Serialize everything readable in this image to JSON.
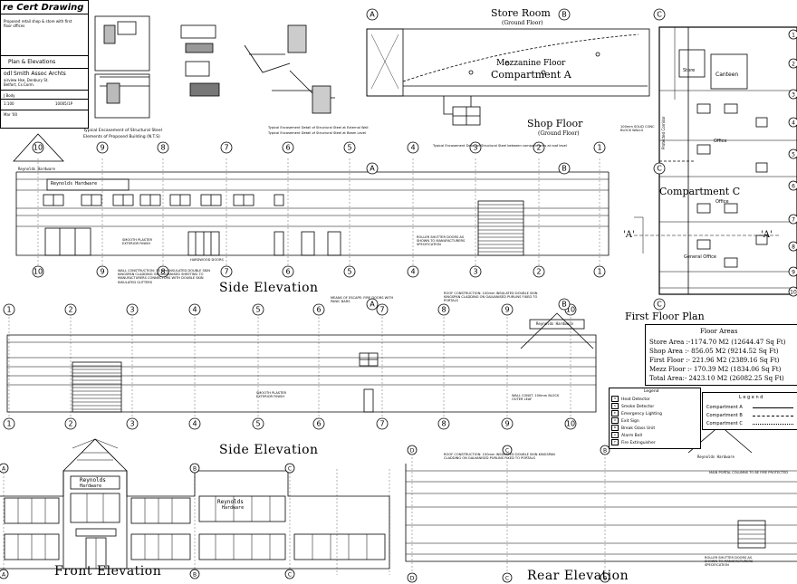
{
  "title_block": {
    "title": "re Cert Drawing",
    "drawing_label": "Plan & Elevations",
    "client": "odl Smith Assoc Archts",
    "address1": "airview Hse, Denbury St.",
    "address2": "Belfort, Cs.Corm.",
    "scale": "1:100",
    "drawing_no": "10005/1P",
    "date": "Mar '00",
    "drawn_by": "J Body"
  },
  "titles": {
    "store_room": "Store Room",
    "store_room_sub": "(Ground Floor)",
    "mezzanine": "Mezzanine Floor",
    "compartment_a": "Compartment A",
    "shop_floor": "Shop Floor",
    "shop_floor_sub": "(Ground Floor)",
    "compartment_c": "Compartment C",
    "first_floor_plan": "First Floor Plan",
    "side_elevation_1": "Side Elevation",
    "side_elevation_2": "Side Elevation",
    "front_elevation": "Front Elevation",
    "rear_elevation": "Rear Elevation",
    "section_mark_left": "'A'",
    "section_mark_right": "'A'"
  },
  "plan_rooms": {
    "canteen": "Canteen",
    "store": "Store",
    "office1": "Office",
    "office2": "Office",
    "general_office": "General Office",
    "protected_corridor": "Protected Corridor"
  },
  "details": {
    "typical_encasement": "Typical Encasement of Structural Steel",
    "elements": "Elements of Proposed Building (N.T.S)",
    "detail_external": "Typical Encasement Detail of Structural Steel at External Wall",
    "detail_beam": "Typical Encasement Detail of Structural Steel at Beam Level",
    "detail_compartment": "Typical Encasement Detail of Structural Steel between compartments at roof level"
  },
  "signage": {
    "brand": "Reynolds Hardware",
    "brand_line1": "Reynolds",
    "brand_line2": "Hardware"
  },
  "floor_areas": {
    "heading": "Floor Areas",
    "rows": [
      "Store Area :-1174.70 M2 (12644.47 Sq Ft)",
      "Shop Area :- 856.05 M2 (9214.52 Sq Ft)",
      "First Floor :- 221.96 M2 (2389.16 Sq Ft)",
      "Mezz Floor :- 170.39 M2 (1834.06 Sq Ft)",
      "Total Area:- 2423.10 M2 (26082.25 Sq Ft)"
    ]
  },
  "legend1": {
    "heading": "Legend",
    "items": [
      "Heat Detector",
      "Smoke Detector",
      "Emergency Lighting",
      "Exit Sign",
      "Break Glass Unit",
      "Alarm Bell",
      "Fire Extinguisher"
    ]
  },
  "legend2": {
    "heading": "L e g e n d",
    "items": [
      "Compartment A",
      "Compartment B",
      "Compartment C"
    ]
  },
  "gridlines": {
    "side1_top": [
      "10",
      "9",
      "8",
      "7",
      "6",
      "5",
      "4",
      "3",
      "2",
      "1"
    ],
    "side2_top": [
      "1",
      "2",
      "3",
      "4",
      "5",
      "6",
      "7",
      "8",
      "9",
      "10"
    ],
    "front": [
      "A",
      "B",
      "C"
    ],
    "rear": [
      "D",
      "C",
      "B"
    ],
    "plan_cols": [
      "A",
      "B",
      "C"
    ],
    "plan_rows": [
      "1",
      "2",
      "3",
      "4",
      "5",
      "6",
      "7",
      "8",
      "9",
      "10"
    ]
  },
  "notes": {
    "wall_construction": "WALL CONSTRUCTION: 50 mm INSULATED DOUBLE SKIN KINGSPAN CLADDING ON GALVANISED SHEETING TO MANUFACTURERS CONNECTORS WITH DOUBLE SKIN INSULATED GUTTERS",
    "roof_construction": "ROOF CONSTRUCTION: 100mm INSULATED DOUBLE SKIN KINGSPAN CLADDING ON GALVANISED PURLINS FIXED TO PORTALS",
    "fire_door": "MEANS OF ESCAPE: FIRE DOORS WITH PANIC BARS",
    "roller_shutter": "ROLLER SHUTTER DOORS AS SHOWN TO MANUFACTURERS SPECIFICATION",
    "smooth_plaster": "SMOOTH PLASTER EXTERIOR FINISH",
    "hardwood_doors": "HARDWOOD DOORS",
    "wall_const_short": "WALL CONST. 100mm BLOCK OUTER LEAF",
    "block_wall": "100mm SOLID CONC BLOCK WALLS",
    "main_portal": "MAIN PORTAL COLUMNS TO BE FIRE PROTECTED"
  }
}
